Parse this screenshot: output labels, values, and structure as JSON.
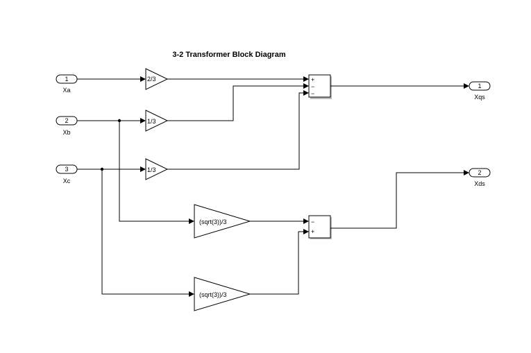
{
  "title": "3-2 Transformer Block Diagram",
  "inports": [
    {
      "num": "1",
      "name": "Xa"
    },
    {
      "num": "2",
      "name": "Xb"
    },
    {
      "num": "3",
      "name": "Xc"
    }
  ],
  "outports": [
    {
      "num": "1",
      "name": "Xqs"
    },
    {
      "num": "2",
      "name": "Xds"
    }
  ],
  "gains": [
    "2/3",
    "1/3",
    "1/3",
    "(sqrt(3))/3",
    "(sqrt(3))/3"
  ],
  "sum1_signs": [
    "+",
    "−",
    "−"
  ],
  "sum2_signs": [
    "−",
    "+"
  ]
}
